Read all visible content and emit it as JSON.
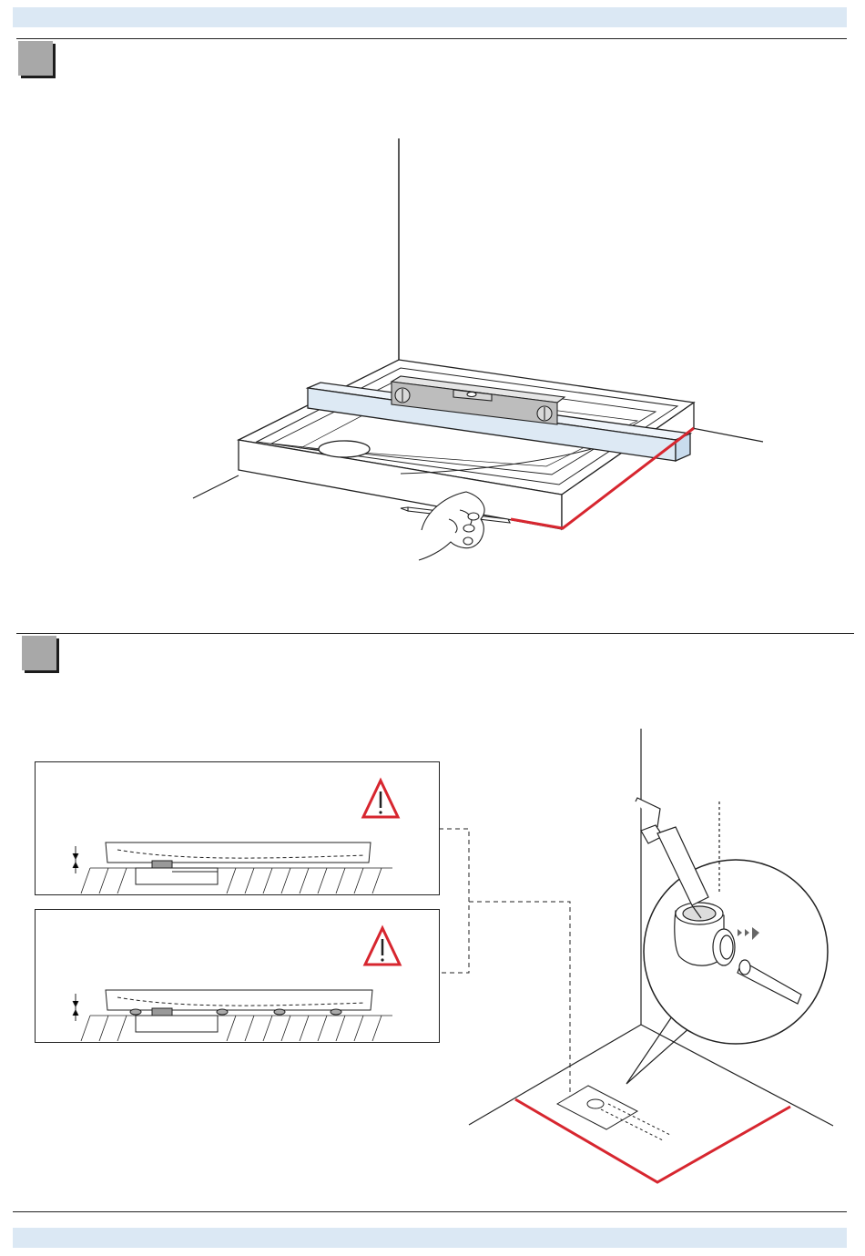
{
  "document": {
    "type": "installation-instructions-page",
    "steps": [
      {
        "name": "step-level-and-mark",
        "icons": [
          "spirit-level-icon",
          "pencil-icon",
          "hand-icon"
        ]
      },
      {
        "name": "step-drain-connection",
        "icons": [
          "warning-icon",
          "warning-icon",
          "allen-key-icon",
          "magnifier-icon"
        ]
      }
    ],
    "colors": {
      "header_band": "#dbe8f4",
      "step_square": "#a8a8a8",
      "marking_line": "#d7262f",
      "level_bar": "#dde9f4",
      "warning": "#d7262f"
    }
  }
}
